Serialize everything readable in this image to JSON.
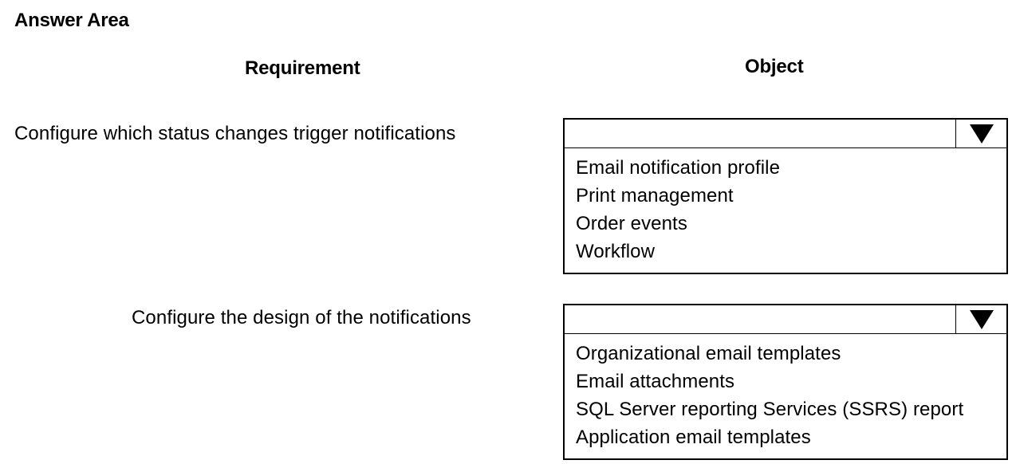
{
  "title": "Answer Area",
  "columns": {
    "requirement": "Requirement",
    "object": "Object"
  },
  "rows": [
    {
      "requirement": "Configure which status changes trigger notifications",
      "selected": "",
      "options": [
        "Email notification profile",
        "Print management",
        "Order events",
        "Workflow"
      ]
    },
    {
      "requirement": "Configure the design of the notifications",
      "selected": "",
      "options": [
        "Organizational email templates",
        "Email attachments",
        "SQL Server reporting Services (SSRS) report",
        "Application email templates"
      ]
    }
  ],
  "icons": {
    "dropdown": "triangle-down-icon"
  }
}
